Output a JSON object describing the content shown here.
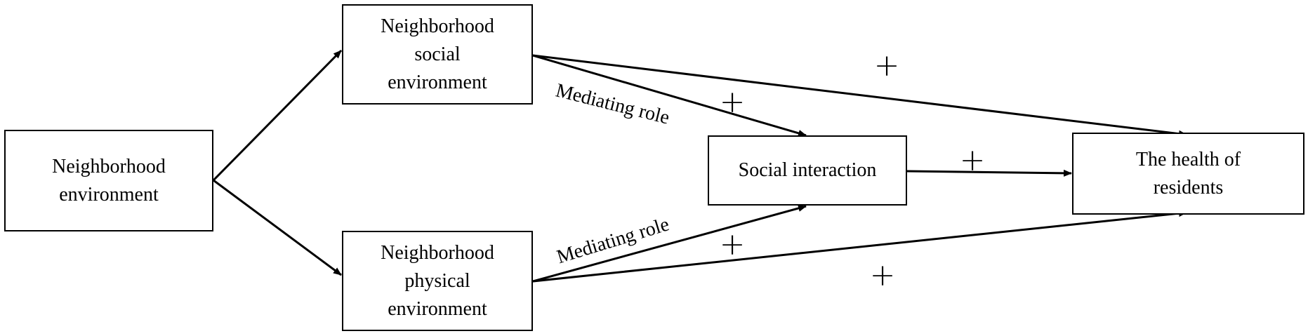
{
  "nodes": {
    "environment": "Neighborhood environment",
    "social_environment": "Neighborhood social environment",
    "physical_environment": "Neighborhood physical environment",
    "social_interaction": "Social interaction",
    "health": "The health of residents"
  },
  "edge_labels": {
    "social_mediating": "Mediating role",
    "physical_mediating": "Mediating role"
  },
  "signs": {
    "social_to_health": "+",
    "social_to_interaction": "+",
    "interaction_to_health": "+",
    "physical_to_interaction": "+",
    "physical_to_health": "+"
  },
  "colors": {
    "line": "#000000",
    "background": "#ffffff"
  }
}
